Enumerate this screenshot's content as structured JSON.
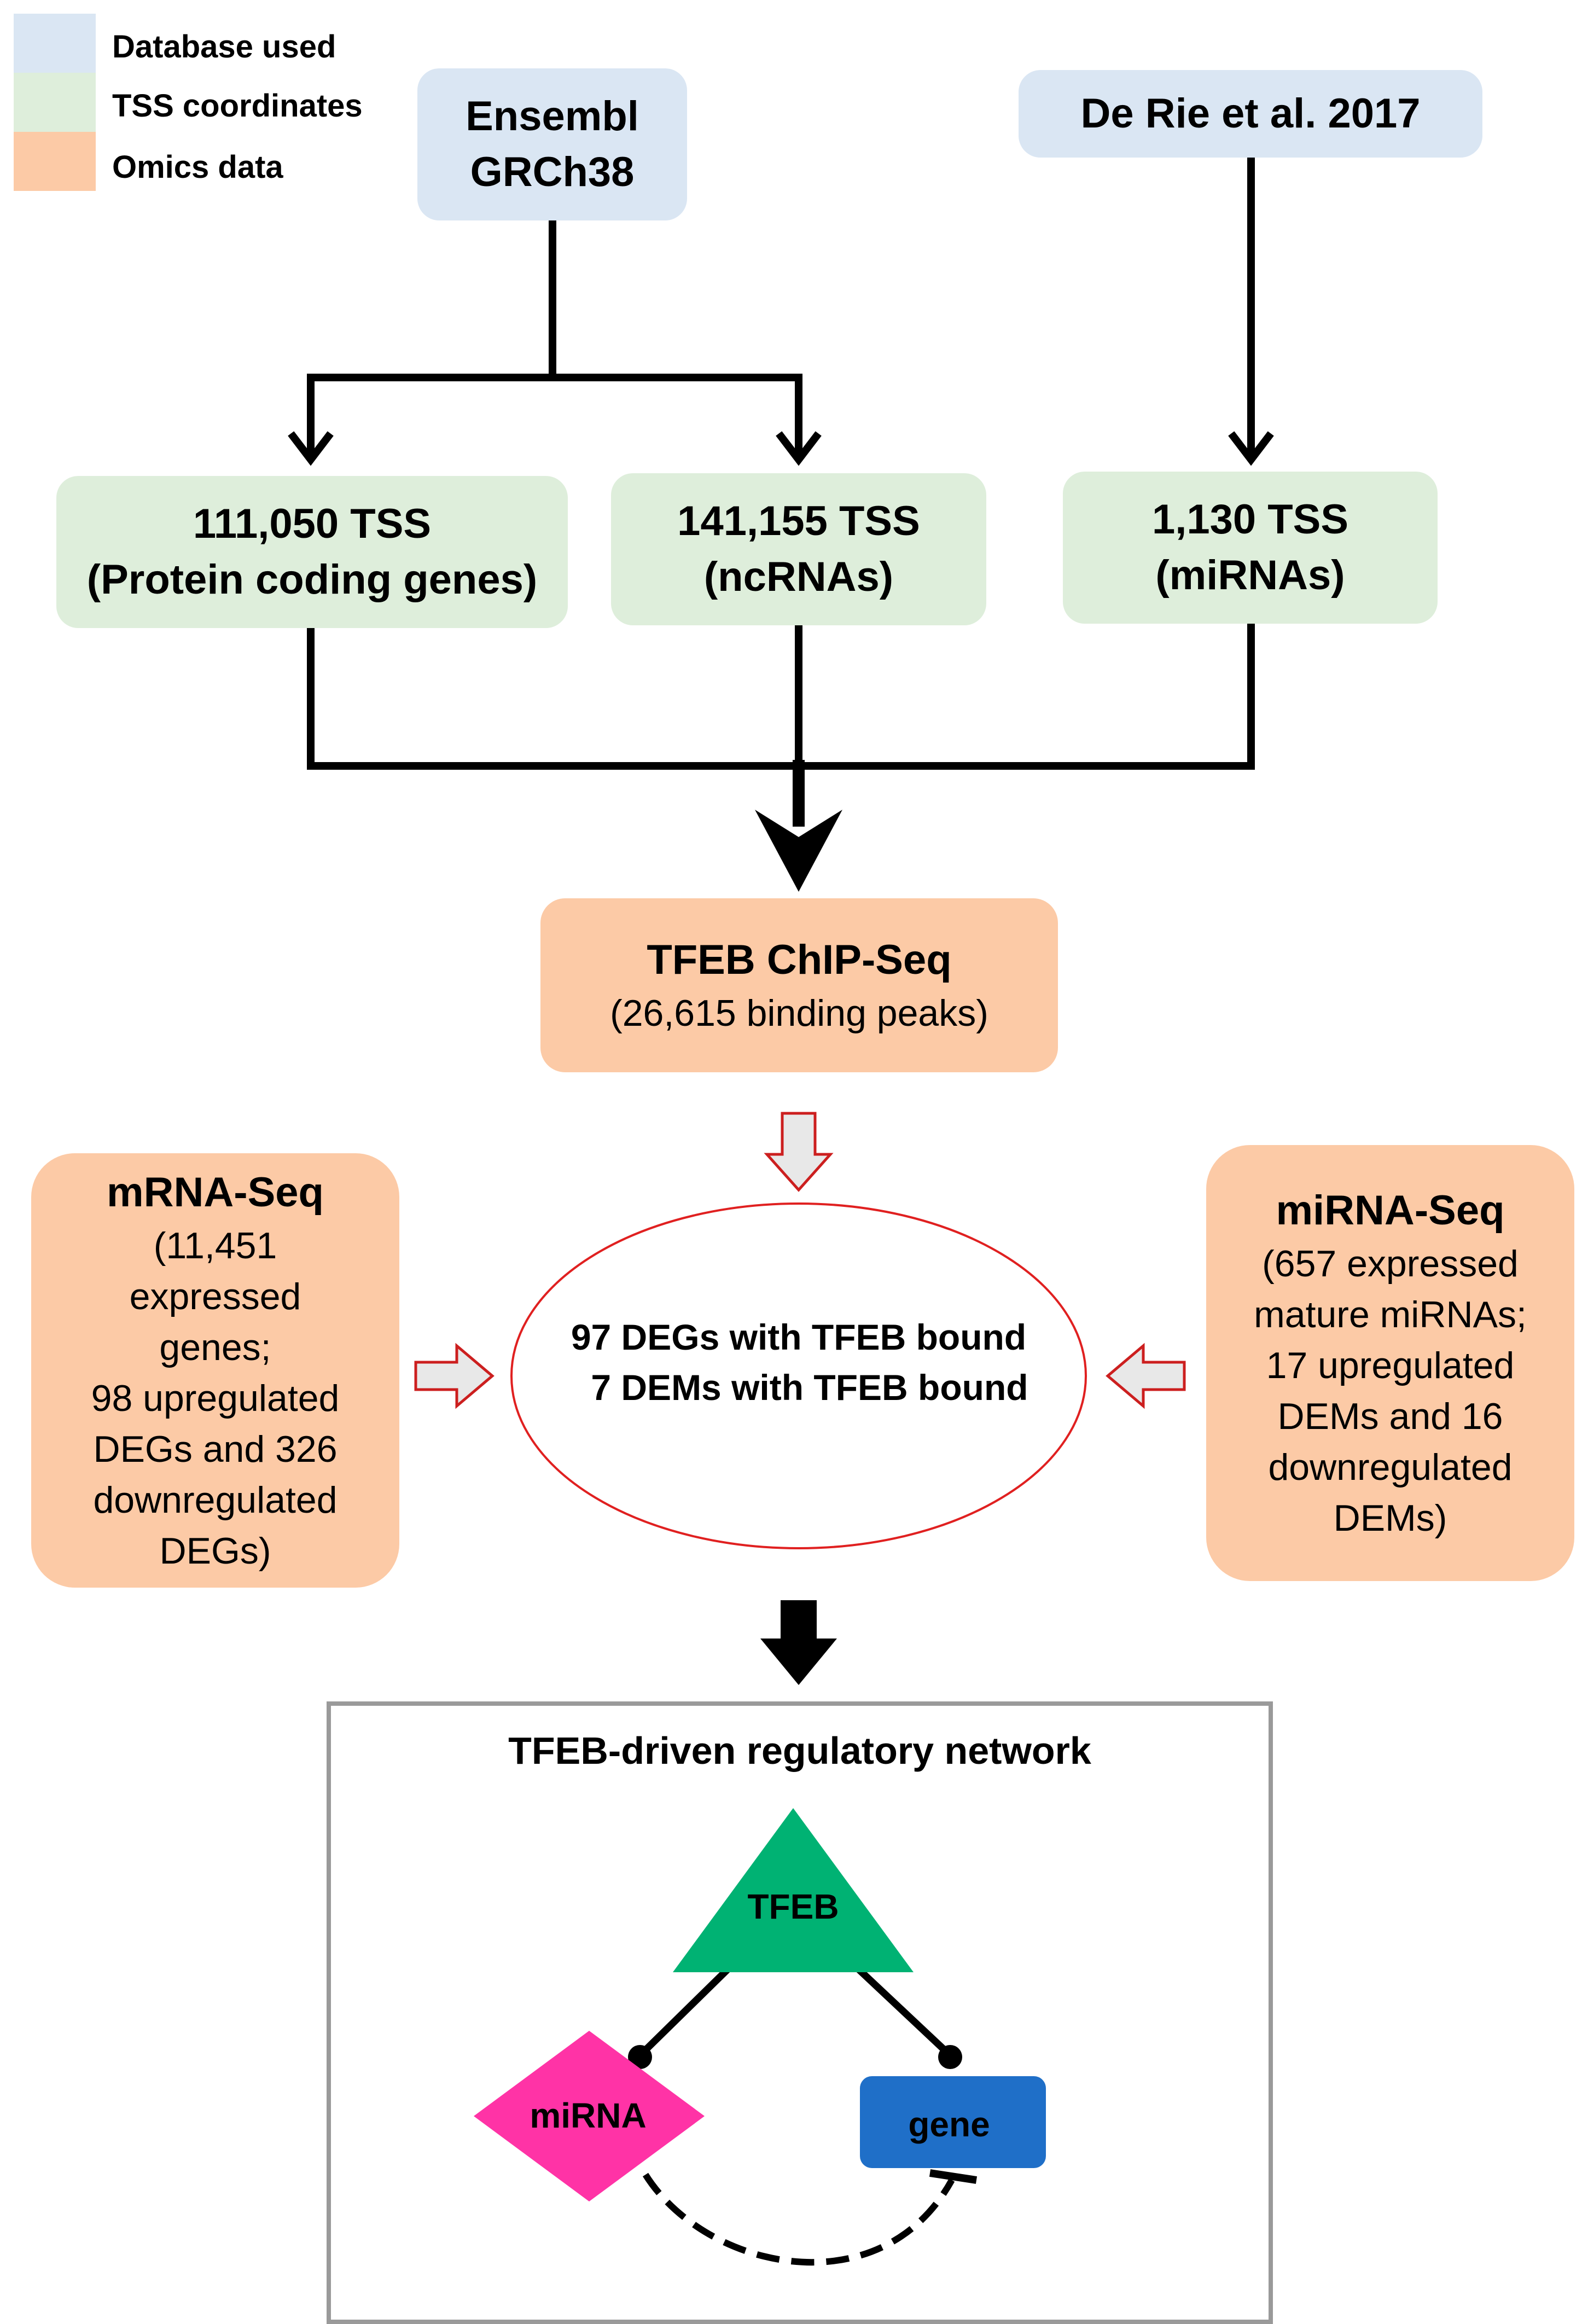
{
  "legend": [
    {
      "label": "Database used",
      "color": "#dae6f3"
    },
    {
      "label": "TSS coordinates",
      "color": "#deeedb"
    },
    {
      "label": "Omics data",
      "color": "#fccaa6"
    }
  ],
  "sources": {
    "ensembl": [
      "Ensembl",
      "GRCh38"
    ],
    "derie": "De Rie et al. 2017"
  },
  "tss": {
    "protein": [
      "111,050 TSS",
      "(Protein coding genes)"
    ],
    "ncrna": [
      "141,155 TSS",
      "(ncRNAs)"
    ],
    "mirna": [
      "1,130 TSS",
      "(miRNAs)"
    ]
  },
  "chipseq": {
    "title": "TFEB ChIP-Seq",
    "detail": "(26,615 binding peaks)"
  },
  "mrnaseq": {
    "title": "mRNA-Seq",
    "lines": [
      "(11,451",
      "expressed",
      "genes;",
      "98 upregulated",
      "DEGs and 326",
      "downregulated",
      "DEGs)"
    ]
  },
  "mirnaseq": {
    "title": "miRNA-Seq",
    "lines": [
      "(657 expressed",
      "mature miRNAs;",
      "17 upregulated",
      "DEMs and 16",
      "downregulated",
      "DEMs)"
    ]
  },
  "integration": {
    "line1": "97 DEGs with TFEB bound",
    "line2": "7 DEMs with TFEB bound"
  },
  "network": {
    "title": "TFEB-driven regulatory network",
    "tfeb": "TFEB",
    "mirna": "miRNA",
    "gene": "gene"
  },
  "colors": {
    "database": "#dae6f3",
    "tss": "#deeedb",
    "omics": "#fccaa6",
    "tfeb_node": "#00b273",
    "mirna_node": "#ff33a6",
    "gene_node": "#1f6fc8",
    "red_arrow": "#cc1f1f",
    "ellipse_border": "#e02020"
  }
}
